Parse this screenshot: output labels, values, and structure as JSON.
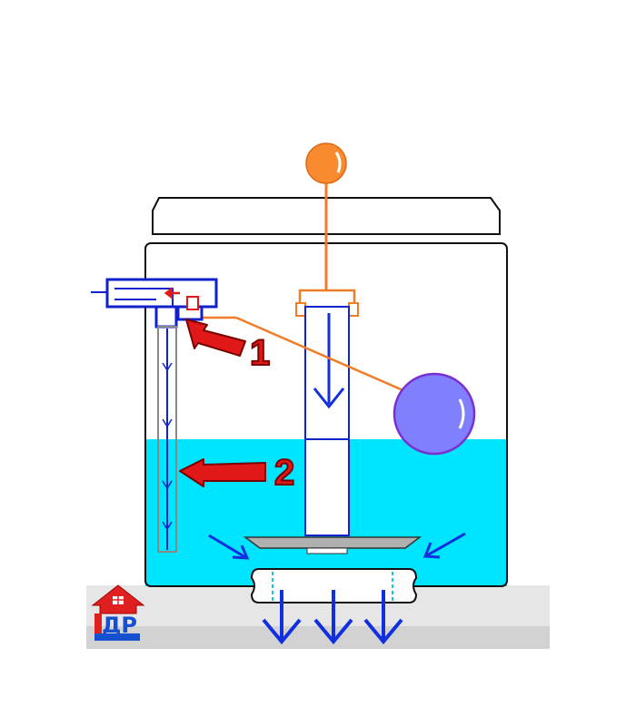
{
  "colors": {
    "water": "#00e5ff",
    "tank_outline": "#111111",
    "valve_blue": "#1122cc",
    "arrow_blue": "#1030e0",
    "lever_orange": "#f07c28",
    "float_fill": "#8080ff",
    "float_stroke": "#7b2fd0",
    "callout_red": "#e01818",
    "logo_red": "#e02020",
    "logo_blue": "#1450d0",
    "bottom_band": "#d8d8d8"
  },
  "callouts": [
    {
      "id": "1",
      "label": "1"
    },
    {
      "id": "2",
      "label": "2"
    }
  ],
  "logo": {
    "text": "ДР",
    "icon": "house-icon"
  },
  "icons": {
    "flow_arrow": "arrow-down-icon",
    "inflow_arrow": "diagonal-arrow-icon",
    "callout_arrow": "red-pointer-arrow-icon"
  }
}
